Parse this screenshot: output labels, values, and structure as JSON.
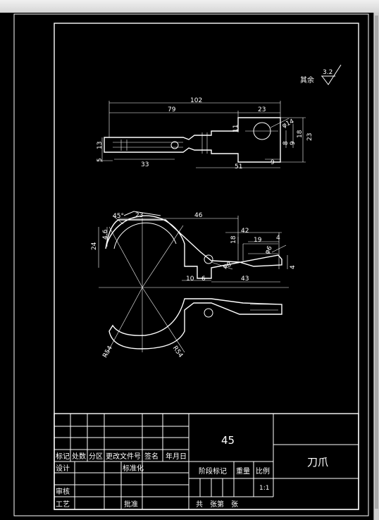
{
  "roughness_note": {
    "prefix": "其余",
    "value": "3.2"
  },
  "top_view": {
    "d_overall": "102",
    "d_left": "79",
    "d_right_top": "23",
    "d_11": "11",
    "d_phi14": "φ14",
    "d_8": "8",
    "d_9v": "9",
    "d_18": "18",
    "d_23v": "23",
    "d_13": "13",
    "d_5": "5",
    "d_33": "33",
    "d_51": "51",
    "d_9h": "9"
  },
  "front_view": {
    "d_r45": "45°",
    "d_23": "23",
    "d_46": "46",
    "d_46v": "4.6",
    "d_24": "24",
    "d_42": "42",
    "d_18": "18",
    "d_19": "19",
    "d_4a": "4",
    "d_phi6": "φ6",
    "d_phi8": "φ8",
    "d_4b": "4",
    "d_10": "10",
    "d_6": "6",
    "d_43": "43",
    "d_r54a": "R54",
    "d_r54b": "R54"
  },
  "title_block": {
    "headers": [
      "标记",
      "处数",
      "分区",
      "更改文件号",
      "签名",
      "年月日"
    ],
    "design": "设计",
    "standardize": "标准化",
    "review": "审核",
    "process": "工艺",
    "approve": "批准",
    "stage_mark": "阶段标记",
    "weight": "重量",
    "scale": "比例",
    "scale_value": "1:1",
    "sheets": "共　张第　张",
    "material": "45",
    "part_name": "刀爪"
  }
}
